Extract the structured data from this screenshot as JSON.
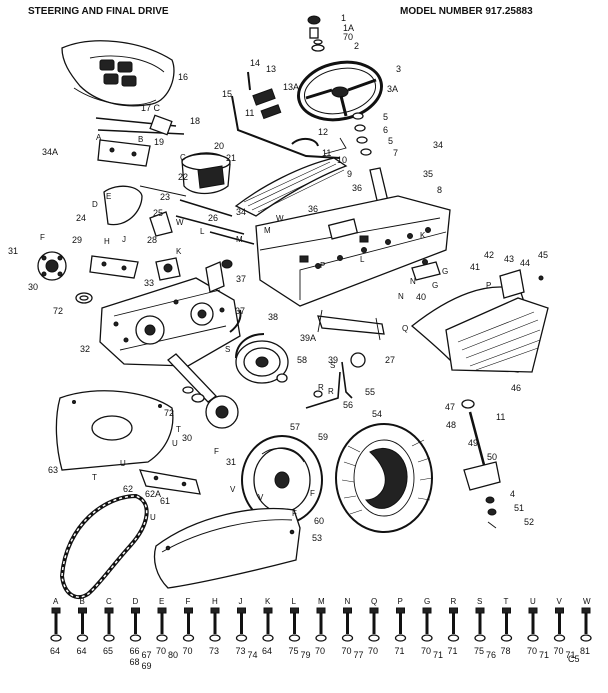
{
  "header": {
    "title": "STEERING AND FINAL DRIVE",
    "model": "MODEL NUMBER 917.25883"
  },
  "corner_code": "C5",
  "callouts": {
    "c1": "1",
    "c1A": "1A",
    "c70a": "70",
    "c2": "2",
    "c3": "3",
    "c3A": "3A",
    "c16": "16",
    "c14": "14",
    "c13": "13",
    "c13A": "13A",
    "c15": "15",
    "c11a": "11",
    "c17C": "17 C",
    "c18": "18",
    "c19": "19",
    "c12": "12",
    "c5a": "5",
    "c6": "6",
    "c5b": "5",
    "c7": "7",
    "c34a": "34",
    "c34A": "34A",
    "c20": "20",
    "c21": "21",
    "c11b": "11",
    "c10": "10",
    "c9": "9",
    "c35": "35",
    "c8": "8",
    "c22": "22",
    "c23": "23",
    "c36a": "36",
    "c36b": "36",
    "c24": "24",
    "c25": "25",
    "c26": "26",
    "c34b": "34",
    "c31a": "31",
    "c29": "29",
    "c28": "28",
    "c37a": "37",
    "c30a": "30",
    "c33": "33",
    "c72a": "72",
    "c42": "42",
    "c43": "43",
    "c44": "44",
    "c45": "45",
    "c41": "41",
    "c40": "40",
    "c37b": "37",
    "c38": "38",
    "c32": "32",
    "c39A": "39A",
    "c39": "39",
    "c58": "58",
    "c27": "27",
    "c55": "55",
    "c56": "56",
    "c46": "46",
    "c72b": "72",
    "c47": "47",
    "c48": "48",
    "c11c": "11",
    "c57": "57",
    "c54": "54",
    "c59": "59",
    "c30b": "30",
    "c31b": "31",
    "c49": "49",
    "c50": "50",
    "c63": "63",
    "c62": "62",
    "c62A": "62A",
    "c61": "61",
    "c4": "4",
    "c51": "51",
    "c52": "52",
    "c60": "60",
    "c53": "53"
  },
  "letters": {
    "A1": "A",
    "B1": "B",
    "C1": "C",
    "D1": "D",
    "E1": "E",
    "F1": "F",
    "H1": "H",
    "J1": "J",
    "K1": "K",
    "L1": "L",
    "M1": "M",
    "N1": "N",
    "Q1": "Q",
    "P1": "P",
    "R1": "R",
    "S1": "S",
    "T1": "T",
    "U1": "U",
    "V1": "V",
    "W1": "W",
    "G1": "G",
    "S2": "S",
    "R2": "R",
    "F2": "F",
    "F3": "F",
    "V2": "V",
    "U2": "U",
    "T2": "T",
    "U3": "U",
    "F4": "F",
    "P2": "P",
    "L2": "L",
    "M2": "M",
    "W2": "W",
    "K2": "K",
    "G2": "G",
    "N2": "N"
  },
  "hardware": [
    {
      "letter": "A",
      "numbers": [
        "64"
      ]
    },
    {
      "letter": "B",
      "numbers": [
        "64"
      ]
    },
    {
      "letter": "C",
      "numbers": [
        "65"
      ]
    },
    {
      "letter": "D",
      "numbers": [
        "66",
        "67",
        "68",
        "69"
      ]
    },
    {
      "letter": "E",
      "numbers": [
        "70",
        "80"
      ]
    },
    {
      "letter": "F",
      "numbers": [
        "70"
      ]
    },
    {
      "letter": "H",
      "numbers": [
        "73"
      ]
    },
    {
      "letter": "J",
      "numbers": [
        "73",
        "74"
      ]
    },
    {
      "letter": "K",
      "numbers": [
        "64"
      ]
    },
    {
      "letter": "L",
      "numbers": [
        "75",
        "79"
      ]
    },
    {
      "letter": "M",
      "numbers": [
        "70"
      ]
    },
    {
      "letter": "N",
      "numbers": [
        "70",
        "77"
      ]
    },
    {
      "letter": "Q",
      "numbers": [
        "70"
      ]
    },
    {
      "letter": "P",
      "numbers": [
        "71"
      ]
    },
    {
      "letter": "G",
      "numbers": [
        "70",
        "71"
      ]
    },
    {
      "letter": "R",
      "numbers": [
        "71"
      ]
    },
    {
      "letter": "S",
      "numbers": [
        "75",
        "76"
      ]
    },
    {
      "letter": "T",
      "numbers": [
        "78"
      ]
    },
    {
      "letter": "U",
      "numbers": [
        "70",
        "71"
      ]
    },
    {
      "letter": "V",
      "numbers": [
        "70",
        "71"
      ]
    },
    {
      "letter": "W",
      "numbers": [
        "81"
      ]
    }
  ]
}
